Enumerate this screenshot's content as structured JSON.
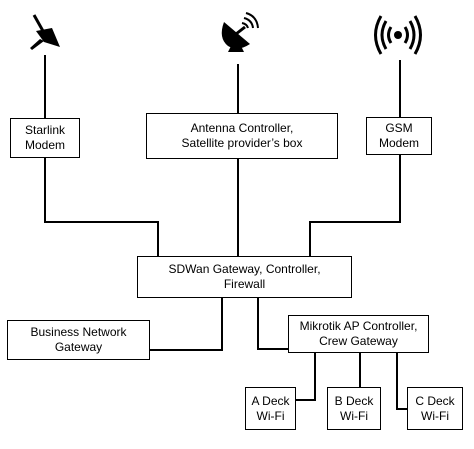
{
  "icons": {
    "starlink": "satellite-dish-starlink-icon",
    "satellite": "satellite-dish-icon",
    "gsm": "radio-tower-signal-icon"
  },
  "nodes": {
    "starlink_modem": {
      "line1": "Starlink",
      "line2": "Modem"
    },
    "antenna_controller": {
      "line1": "Antenna Controller,",
      "line2": "Satellite provider’s box"
    },
    "gsm_modem": {
      "line1": "GSM",
      "line2": "Modem"
    },
    "sdwan_gateway": {
      "line1": "SDWan Gateway, Controller,",
      "line2": "Firewall"
    },
    "business_gateway": {
      "line1": "Business Network",
      "line2": "Gateway"
    },
    "mikrotik_ap": {
      "line1": "Mikrotik AP Controller,",
      "line2": "Crew Gateway"
    },
    "a_deck_wifi": {
      "line1": "A Deck",
      "line2": "Wi-Fi"
    },
    "b_deck_wifi": {
      "line1": "B Deck",
      "line2": "Wi-Fi"
    },
    "c_deck_wifi": {
      "line1": "C Deck",
      "line2": "Wi-Fi"
    }
  },
  "colors": {
    "line": "#000000",
    "icon": "#000000",
    "box_border": "#000000",
    "background": "#ffffff"
  }
}
